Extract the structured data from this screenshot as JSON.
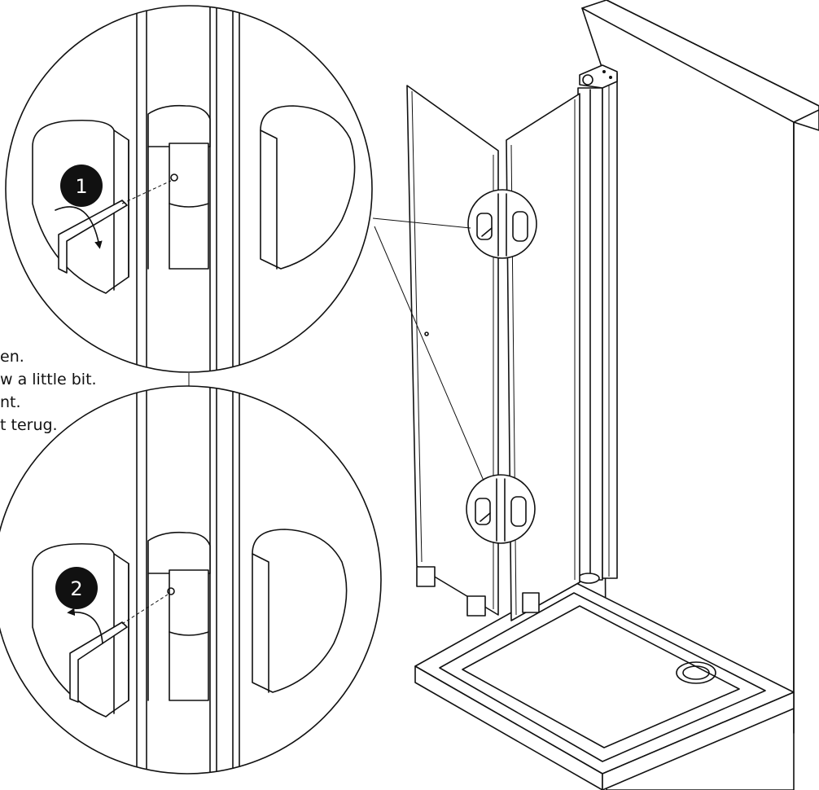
{
  "instructions": [
    "en.",
    "w a little bit.",
    "nt.",
    "t terug."
  ],
  "steps": [
    {
      "number": "1",
      "direction": "down"
    },
    {
      "number": "2",
      "direction": "up"
    }
  ],
  "colors": {
    "ink": "#111111",
    "badge": "#111111",
    "paper": "#ffffff"
  },
  "icons": [
    "step-1-badge",
    "step-2-badge",
    "rotate-down-arrow-icon",
    "rotate-up-arrow-icon",
    "drain-icon"
  ]
}
